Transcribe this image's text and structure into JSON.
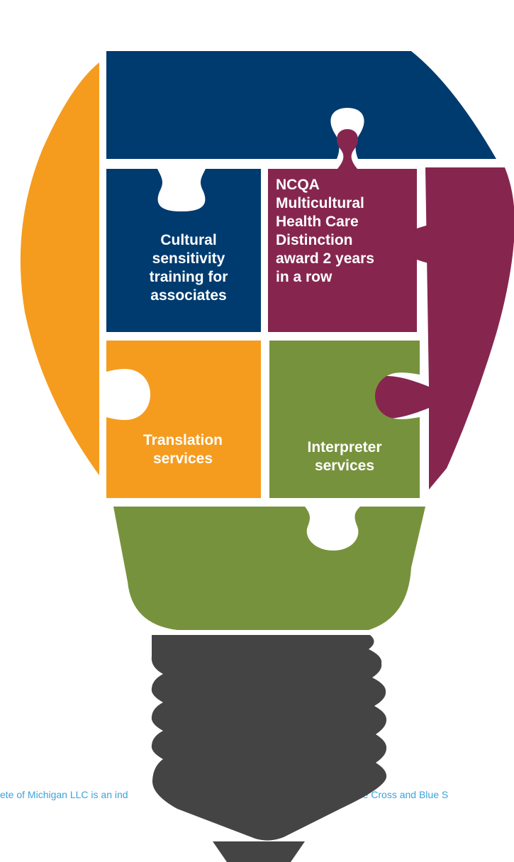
{
  "pieces": {
    "cultural": {
      "lines": [
        "Cultural",
        "sensitivity",
        "training for",
        "associates"
      ],
      "color": "#003b6f"
    },
    "ncqa": {
      "lines": [
        "NCQA",
        "Multicultural",
        "Health Care",
        "Distinction",
        "award 2 years",
        "in a row"
      ],
      "color": "#86264f"
    },
    "translation": {
      "lines": [
        "Translation",
        "services"
      ],
      "color": "#f59c1e"
    },
    "interpreter": {
      "lines": [
        "Interpreter",
        "services"
      ],
      "color": "#77923c"
    }
  },
  "colors": {
    "top_blue": "#003b6f",
    "orange": "#f59c1e",
    "maroon": "#86264f",
    "green": "#77923c",
    "base_gray": "#444444",
    "footer_text": "#3aa4dc"
  },
  "footer": {
    "left_text": "ete of Michigan LLC is an ind",
    "right_text": "the Blue Cross and Blue S"
  }
}
